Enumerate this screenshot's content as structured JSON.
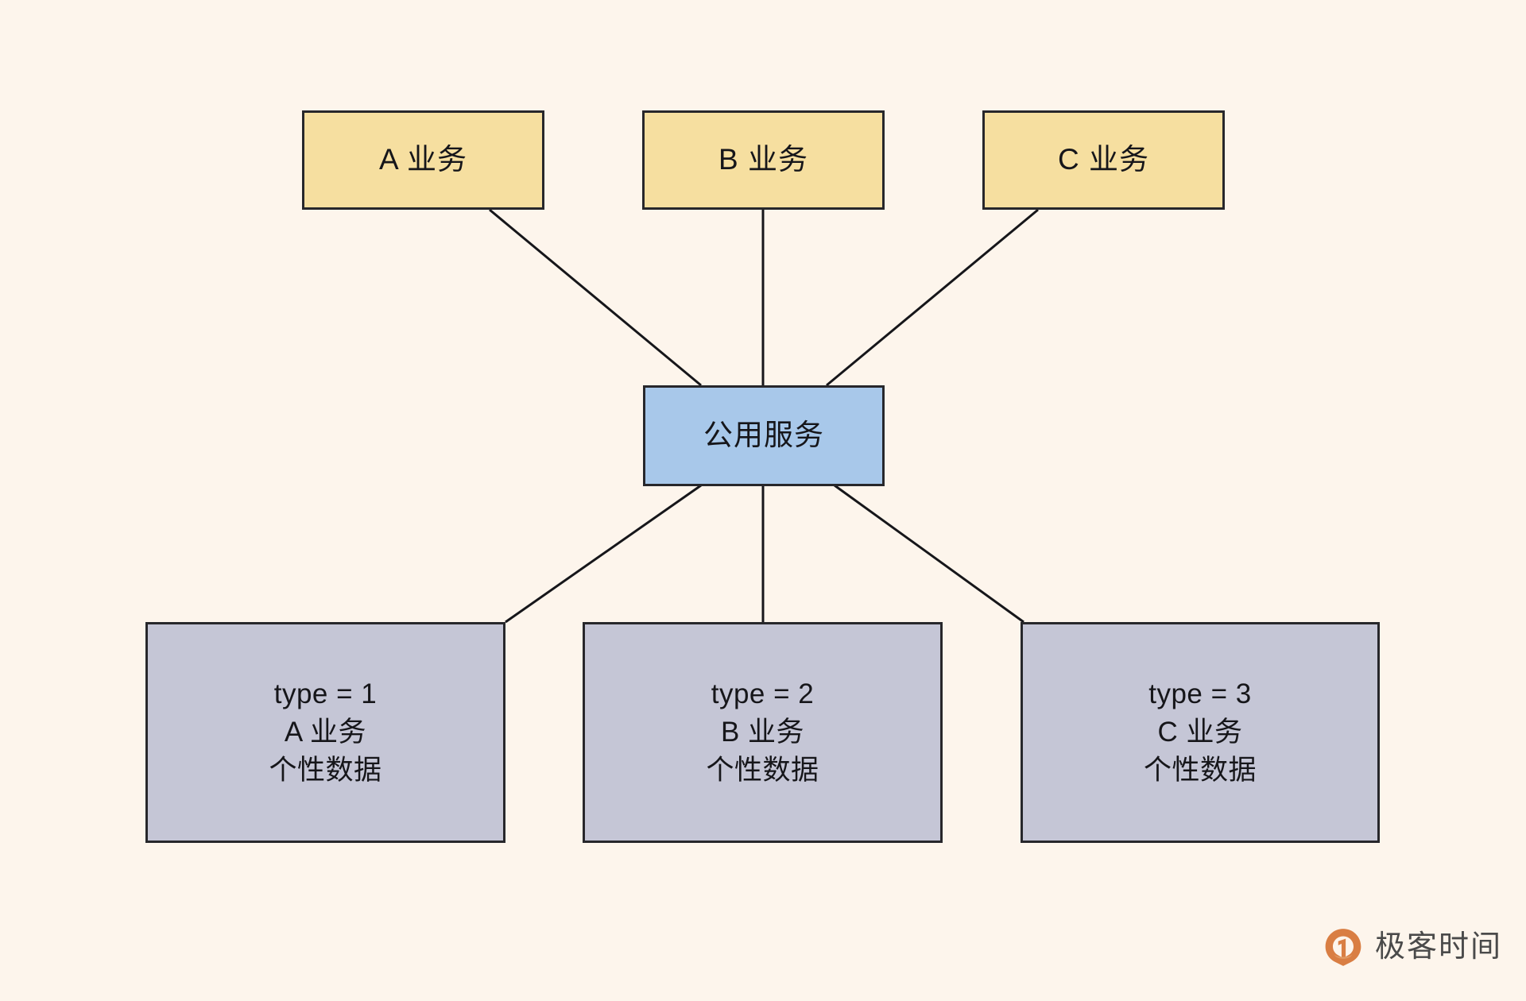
{
  "diagram": {
    "background_color": "#FDF5EC",
    "line_color": "#16161a",
    "top_nodes": [
      {
        "label": "A 业务",
        "fill": "#F6DFA0"
      },
      {
        "label": "B 业务",
        "fill": "#F6DFA0"
      },
      {
        "label": "C 业务",
        "fill": "#F6DFA0"
      }
    ],
    "hub_node": {
      "label": "公用服务",
      "fill": "#A8C8EA"
    },
    "bottom_nodes": [
      {
        "line1": "type = 1",
        "line2": "A 业务",
        "line3": "个性数据",
        "fill": "#C5C6D6"
      },
      {
        "line1": "type = 2",
        "line2": "B 业务",
        "line3": "个性数据",
        "fill": "#C5C6D6"
      },
      {
        "line1": "type = 3",
        "line2": "C 业务",
        "line3": "个性数据",
        "fill": "#C5C6D6"
      }
    ],
    "edges": [
      {
        "from": "A 业务",
        "to": "公用服务"
      },
      {
        "from": "B 业务",
        "to": "公用服务"
      },
      {
        "from": "C 业务",
        "to": "公用服务"
      },
      {
        "from": "公用服务",
        "to": "type = 1"
      },
      {
        "from": "公用服务",
        "to": "type = 2"
      },
      {
        "from": "公用服务",
        "to": "type = 3"
      }
    ]
  },
  "brand": {
    "name": "极客时间",
    "mark_icon": "geektime-logo-icon",
    "mark_color": "#D97E43"
  }
}
